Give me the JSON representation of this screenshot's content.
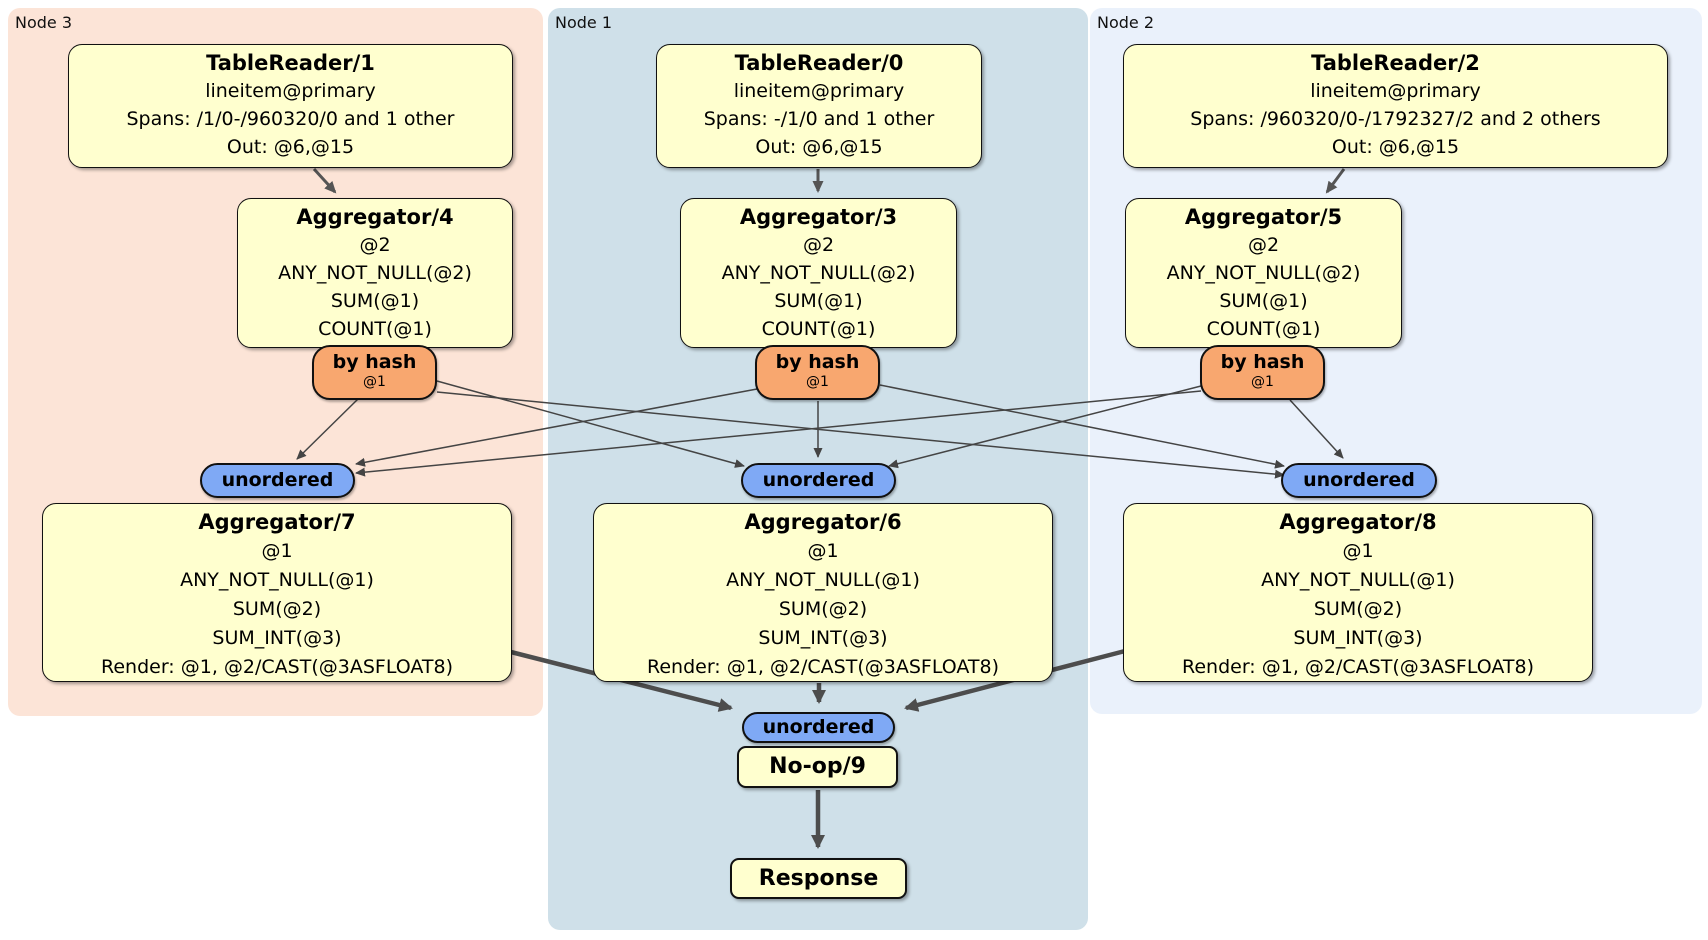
{
  "regions": [
    {
      "id": "node3",
      "label": "Node 3"
    },
    {
      "id": "node1",
      "label": "Node 1"
    },
    {
      "id": "node2",
      "label": "Node 2"
    }
  ],
  "processors": {
    "tablereader1": {
      "title": "TableReader/1",
      "lines": [
        "lineitem@primary",
        "Spans: /1/0-/960320/0 and 1 other",
        "Out: @6,@15"
      ]
    },
    "tablereader0": {
      "title": "TableReader/0",
      "lines": [
        "lineitem@primary",
        "Spans: -/1/0 and 1 other",
        "Out: @6,@15"
      ]
    },
    "tablereader2": {
      "title": "TableReader/2",
      "lines": [
        "lineitem@primary",
        "Spans: /960320/0-/1792327/2 and 2 others",
        "Out: @6,@15"
      ]
    },
    "aggregator4": {
      "title": "Aggregator/4",
      "lines": [
        "@2",
        "ANY_NOT_NULL(@2)",
        "SUM(@1)",
        "COUNT(@1)"
      ]
    },
    "aggregator3": {
      "title": "Aggregator/3",
      "lines": [
        "@2",
        "ANY_NOT_NULL(@2)",
        "SUM(@1)",
        "COUNT(@1)"
      ]
    },
    "aggregator5": {
      "title": "Aggregator/5",
      "lines": [
        "@2",
        "ANY_NOT_NULL(@2)",
        "SUM(@1)",
        "COUNT(@1)"
      ]
    },
    "aggregator7": {
      "title": "Aggregator/7",
      "lines": [
        "@1",
        "ANY_NOT_NULL(@1)",
        "SUM(@2)",
        "SUM_INT(@3)",
        "Render: @1, @2/CAST(@3ASFLOAT8)"
      ]
    },
    "aggregator6": {
      "title": "Aggregator/6",
      "lines": [
        "@1",
        "ANY_NOT_NULL(@1)",
        "SUM(@2)",
        "SUM_INT(@3)",
        "Render: @1, @2/CAST(@3ASFLOAT8)"
      ]
    },
    "aggregator8": {
      "title": "Aggregator/8",
      "lines": [
        "@1",
        "ANY_NOT_NULL(@1)",
        "SUM(@2)",
        "SUM_INT(@3)",
        "Render: @1, @2/CAST(@3ASFLOAT8)"
      ]
    },
    "noop9": {
      "title": "No-op/9"
    },
    "response": {
      "title": "Response"
    }
  },
  "router": {
    "label": "by hash",
    "key": "@1"
  },
  "sync": {
    "label": "unordered"
  },
  "edges": [
    {
      "from": "tablereader1",
      "to": "aggregator4",
      "kind": "flow"
    },
    {
      "from": "tablereader0",
      "to": "aggregator3",
      "kind": "flow"
    },
    {
      "from": "tablereader2",
      "to": "aggregator5",
      "kind": "flow"
    },
    {
      "from": "byhash-node3",
      "to": "unordered-node3",
      "kind": "hash-route"
    },
    {
      "from": "byhash-node3",
      "to": "unordered-node1",
      "kind": "hash-route"
    },
    {
      "from": "byhash-node3",
      "to": "unordered-node2",
      "kind": "hash-route"
    },
    {
      "from": "byhash-node1",
      "to": "unordered-node3",
      "kind": "hash-route"
    },
    {
      "from": "byhash-node1",
      "to": "unordered-node1",
      "kind": "hash-route"
    },
    {
      "from": "byhash-node1",
      "to": "unordered-node2",
      "kind": "hash-route"
    },
    {
      "from": "byhash-node2",
      "to": "unordered-node3",
      "kind": "hash-route"
    },
    {
      "from": "byhash-node2",
      "to": "unordered-node1",
      "kind": "hash-route"
    },
    {
      "from": "byhash-node2",
      "to": "unordered-node2",
      "kind": "hash-route"
    },
    {
      "from": "aggregator7",
      "to": "unordered-final",
      "kind": "flow"
    },
    {
      "from": "aggregator6",
      "to": "unordered-final",
      "kind": "flow"
    },
    {
      "from": "aggregator8",
      "to": "unordered-final",
      "kind": "flow"
    },
    {
      "from": "noop9",
      "to": "response",
      "kind": "flow"
    }
  ],
  "colors": {
    "node3_bg": "#fce4d7",
    "node1_bg": "#cfe0e9",
    "node2_bg": "#eaf1fb",
    "proc_fill": "#ffffcf",
    "router_fill": "#f8a76f",
    "sync_fill": "#7fa9f5",
    "edge_thin": "#444444",
    "edge_thick": "#4d4d4d"
  }
}
